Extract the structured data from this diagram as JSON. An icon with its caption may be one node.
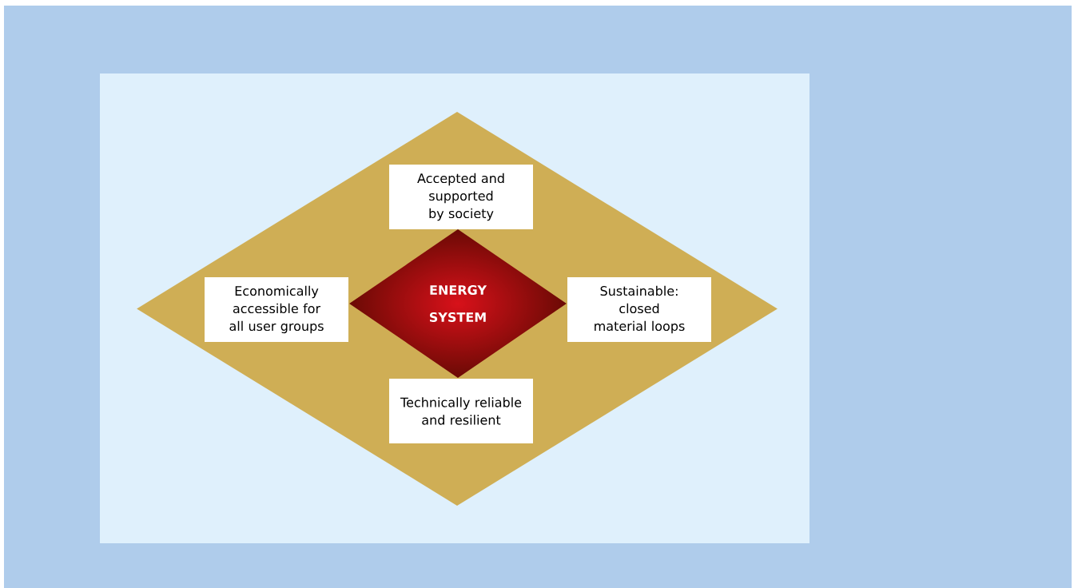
{
  "diagram": {
    "nodes": [
      {
        "text": [],
        "shape": "diamond"
      },
      {
        "text": [
          "Accepted and supported by society"
        ],
        "in": 0
      },
      {
        "text": [
          "Economically accessible for all user groups"
        ],
        "in": 0
      },
      {
        "text": [
          "ENERGY SYSTEM"
        ],
        "in": 0
      },
      {
        "text": [
          "Sustainable: closed material loops"
        ],
        "in": 0
      },
      {
        "text": [
          "Technically reliable and resilient"
        ],
        "in": 0
      }
    ]
  }
}
